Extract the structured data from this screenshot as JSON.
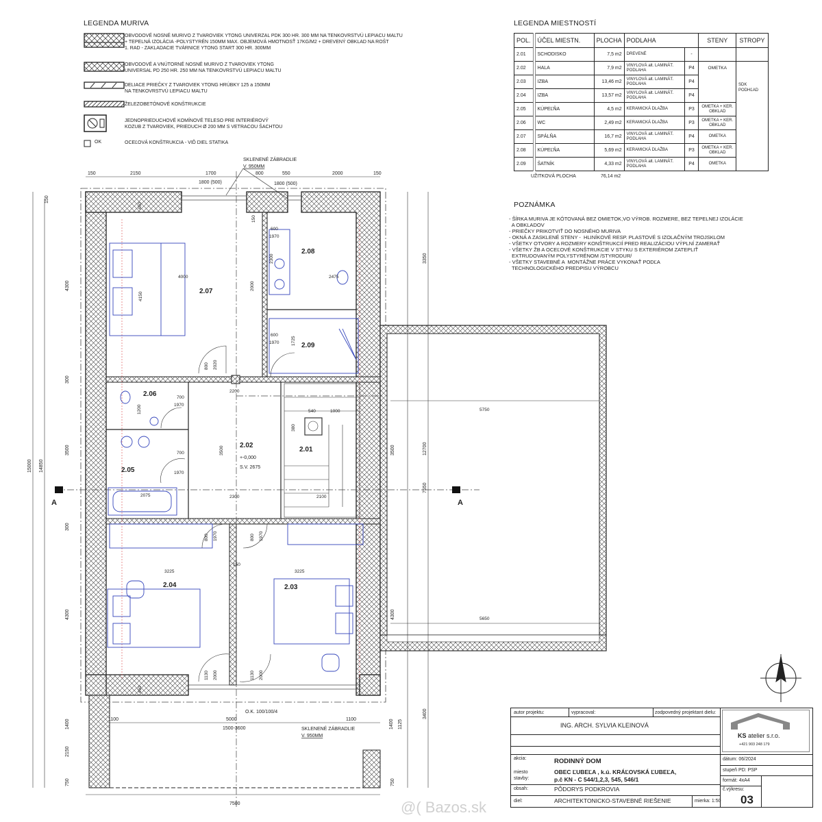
{
  "legend_muriva": {
    "title": "LEGENDA MURIVA",
    "items": [
      {
        "lines": [
          "OBVODOVÉ NOSNÉ MURIVO Z TVAROVIEK YTONG UNIVERZAL PDK 300 HR. 300 MM NA TENKOVRSTVÚ LEPIACU MALTU",
          "+ TEPELNÁ IZOLÁCIA -POLYSTYRÉN 150MM MAX. OBJEMOVÁ HMOTNOSŤ 17KG/M2 + DREVENÝ OBKLAD NA ROŠT",
          "1. RAD - ZAKLADACIE TVÁRNICE YTONG START 300 HR. 300MM"
        ]
      },
      {
        "lines": [
          "OBVODOVÉ A VNÚTORNÉ NOSNÉ MURIVO Z TVAROVIEK YTONG",
          "UNIVERSAL PD 250 HR. 250 MM NA TENKOVRSTVÚ LEPIACU MALTU"
        ]
      },
      {
        "lines": [
          "DELIACE PRIEČKY Z TVAROVIEK YTONG  HRÚBKY 125 a 150MM",
          "NA TENKOVRSTVÚ LEPIACU MALTU"
        ]
      },
      {
        "lines": [
          "ŽELEZOBETÓNOVÉ KONŠTRUKCIE"
        ]
      },
      {
        "lines": [
          "JEDNOPRIEDUCHOVÉ  KOMÍNOVÉ TELESO PRE INTERIÉROVÝ",
          "KOZUB Z TVAROVIEK, PRIEDUCH   Ø 200 MM S VETRACOU ŠACHTOU"
        ]
      },
      {
        "symbol": "OK",
        "lines": [
          "OCEĽOVÁ KONŠTRUKCIA - VIĎ DIEL STATIKA"
        ]
      }
    ]
  },
  "legend_rooms": {
    "title": "LEGENDA MIESTNOSTÍ",
    "headers": [
      "POL.",
      "ÚČEL MIESTN.",
      "PLOCHA",
      "PODLAHA",
      "STENY",
      "STROPY"
    ],
    "rows": [
      {
        "pol": "2.01",
        "name": "SCHODISKO",
        "area": "7,5 m2",
        "floor": "DREVENÉ",
        "code": "-",
        "walls": ""
      },
      {
        "pol": "2.02",
        "name": "HALA",
        "area": "7,9 m2",
        "floor": "VINYLOVÁ alt. LAMINÁT. PODLAHA",
        "code": "P4",
        "walls": "OMETKA"
      },
      {
        "pol": "2.03",
        "name": "IZBA",
        "area": "13,46 m2",
        "floor": "VINYLOVÁ alt. LAMINÁT. PODLAHA",
        "code": "P4",
        "walls": ""
      },
      {
        "pol": "2.04",
        "name": "IZBA",
        "area": "13,57 m2",
        "floor": "VINYLOVÁ alt. LAMINÁT. PODLAHA",
        "code": "P4",
        "walls": ""
      },
      {
        "pol": "2.05",
        "name": "KÚPEĽŇA",
        "area": "4,5 m2",
        "floor": "KERAMICKÁ DLAŽBA",
        "code": "P3",
        "walls": "OMETKA + KER. OBKLAD"
      },
      {
        "pol": "2.06",
        "name": "WC",
        "area": "2,49 m2",
        "floor": "KERAMICKÁ DLAŽBA",
        "code": "P3",
        "walls": "OMETKA + KER. OBKLAD"
      },
      {
        "pol": "2.07",
        "name": "SPÁLŇA",
        "area": "16,7 m2",
        "floor": "VINYLOVÁ alt. LAMINÁT. PODLAHA",
        "code": "P4",
        "walls": "OMETKA"
      },
      {
        "pol": "2.08",
        "name": "KÚPEĽŇA",
        "area": "5,69 m2",
        "floor": "KERAMICKÁ DLAŽBA",
        "code": "P3",
        "walls": "OMETKA + KER. OBKLAD"
      },
      {
        "pol": "2.09",
        "name": "ŠATNÍK",
        "area": "4,33 m2",
        "floor": "VINYLOVÁ alt. LAMINÁT. PODLAHA",
        "code": "P4",
        "walls": "OMETKA"
      }
    ],
    "ceiling": "SDK PODHĽAD",
    "total_label": "UŽITKOVÁ PLOCHA",
    "total_value": "76,14 m2"
  },
  "notes": {
    "title": "POZNÁMKA",
    "lines": [
      "- ŠÍRKA MURIVA JE KÓTOVANÁ BEZ OMIETOK,VO VÝROB. ROZMERE, BEZ TEPELNEJ IZOLÁCIE",
      "  A OBKLADOV",
      "- PRIEČKY PRIKOTVIŤ DO NOSNÉHO MURIVA",
      "- OKNÁ A ZASKLENÉ STENY -  HLINÍKOVÉ RESP. PLASTOVÉ S IZOLAČNÝM TROJSKLOM",
      "- VŠETKY OTVORY A ROZMERY KONŠTRUKCIÍ PRED REALIZÁCIOU VÝPLNÍ ZAMERAŤ",
      "- VŠETKY ŽB A OCEĽOVÉ KONŠTRUKCIE V STYKU S EXTERIÉROM ZATEPLIŤ",
      "  EXTRUDOVANÝM POLYSTYRÉNOM /STYRODUR/",
      "- VŠETKY STAVEBNÉ A  MONTÁŽNE PRÁCE VYKONAŤ PODĽA",
      "  TECHNOLOGICKÉHO PREDPISU VÝROBCU"
    ]
  },
  "plan": {
    "rooms": [
      "2.01",
      "2.02",
      "2.03",
      "2.04",
      "2.05",
      "2.06",
      "2.07",
      "2.08",
      "2.09"
    ],
    "railing_top": [
      "SKLENENÉ ZÁBRADLIE",
      "V. 950MM"
    ],
    "railing_bottom": [
      "SKLENENÉ ZÁBRADLIE",
      "V. 950MM"
    ],
    "steel": "O.K. 100/100/4",
    "level": "+-0,000",
    "sv": "S.V. 2675",
    "section": "A",
    "dims_top": [
      "150",
      "2150",
      "1700",
      "800",
      "550",
      "2000",
      "150",
      "1800 (500)",
      "1800 (500)"
    ],
    "dims_left": [
      "150",
      "4300",
      "300",
      "3500",
      "300",
      "4300",
      "1400",
      "2150",
      "750",
      "15000",
      "14850"
    ],
    "dims_right": [
      "3350",
      "12700",
      "3500",
      "7550",
      "4300",
      "3400",
      "1400",
      "1125",
      "750"
    ],
    "dims_bottom": [
      "1100",
      "5000",
      "1500-3600",
      "1100",
      "7500"
    ],
    "dims_inner": [
      "4000",
      "2475",
      "4150",
      "2200",
      "2300",
      "2100",
      "2075",
      "3225",
      "3225",
      "5750",
      "5650",
      "540",
      "1000",
      "1200",
      "3500",
      "2300",
      "2000",
      "1725",
      "700",
      "1970",
      "600",
      "1970",
      "700",
      "1970",
      "800",
      "2020",
      "600",
      "1970",
      "800",
      "1970",
      "800",
      "1970",
      "1130",
      "2000",
      "1130",
      "2000",
      "450",
      "450",
      "150",
      "150",
      "380"
    ]
  },
  "title_block": {
    "author_label": "autor projektu:",
    "prepared_label": "vypracoval:",
    "responsible_label": "zodpovedný projektant dielu:",
    "author": "ING. ARCH. SYLVIA KLEINOVÁ",
    "company_bold": "KS",
    "company_rest": "atelier  s.r.o.",
    "phone": "+421 903 248 179",
    "action_label": "akcia:",
    "action": "RODINNÝ DOM",
    "place_label": "miesto stavby:",
    "place1": "OBEC ĽUBEĽA , k.ú. KRÁĽOVSKÁ ĽUBEĽA,",
    "place2": "p.č KN - C 544/1,2,3, 545, 546/1",
    "content_label": "obsah:",
    "content": "PÔDORYS PODKROVIA",
    "part_label": "diel:",
    "part": "ARCHITEKTONICKO-STAVEBNÉ RIEŠENIE",
    "scale": "mierka:  1:50",
    "date": "dátum: 06/2024",
    "stage": "stupeň PD:  PSP",
    "format": "formát: 4xA4",
    "drawing_label": "č.výkresu:",
    "drawing_no": "03"
  },
  "watermark": "@( Bazos.sk"
}
